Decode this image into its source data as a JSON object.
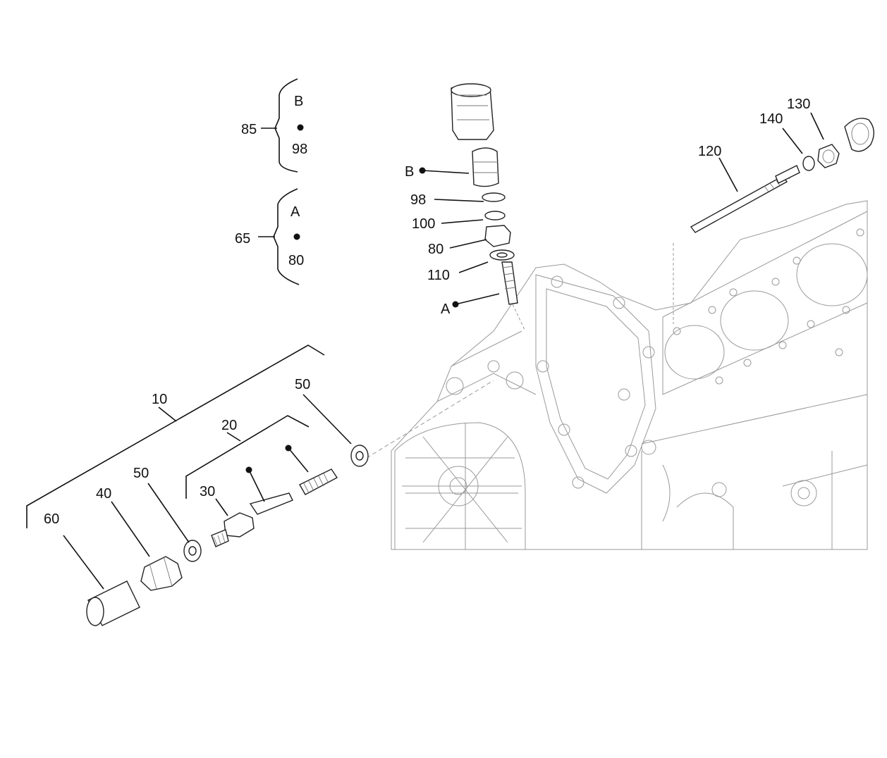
{
  "callouts": {
    "c10": "10",
    "c20": "20",
    "c30": "30",
    "c40": "40",
    "c50a": "50",
    "c50b": "50",
    "c60": "60",
    "c65": "65",
    "c80": "80",
    "c85": "85",
    "c98": "98",
    "c100": "100",
    "c110": "110",
    "c120": "120",
    "c130": "130",
    "c140": "140",
    "cA": "A",
    "cB": "B"
  },
  "legend": {
    "kit_b": {
      "number": "85",
      "letter": "B",
      "item": "98"
    },
    "kit_a": {
      "number": "65",
      "letter": "A",
      "item": "80"
    }
  }
}
